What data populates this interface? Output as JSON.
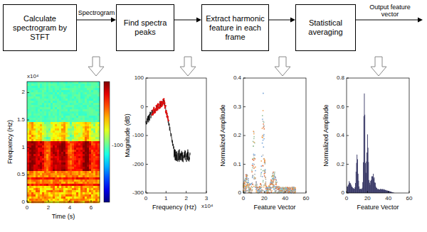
{
  "diagram": {
    "nodes": [
      {
        "text": [
          "Calculate spectrogram by STFT"
        ]
      },
      {
        "text": [
          "Find spectra peaks"
        ]
      },
      {
        "text": [
          "Extract harmonic feature in each frame"
        ]
      },
      {
        "text": [
          "Statistical averaging"
        ]
      }
    ],
    "edges": [
      {
        "from": 0,
        "to": 1,
        "arrow": "to",
        "label": "Spectrogram"
      },
      {
        "from": 1,
        "to": 2,
        "arrow": "to"
      },
      {
        "from": 2,
        "to": 3,
        "arrow": "to"
      }
    ],
    "labels": [
      "Output feature vector",
      "x10⁴",
      "2",
      "1.5",
      "1",
      "0.5",
      "0",
      "Frequency (Hz)",
      "0",
      "2",
      "4",
      "6",
      "Time (s)",
      "-100",
      "100",
      "0",
      "-100",
      "-200",
      "-300",
      "Magnitude (dB)",
      "0",
      "1",
      "2",
      "3",
      "x10⁴",
      "Frequency (Hz)",
      "0.4",
      "0.3",
      "0.2",
      "0.1",
      "0",
      "Normalized Amplitude",
      "0",
      "20",
      "40",
      "60",
      "Feature Vector",
      "0.8",
      "0.6",
      "0.4",
      "0.2",
      "0",
      "Normalized Amplitude",
      "0",
      "20",
      "40",
      "60",
      "Feature Vector"
    ]
  }
}
